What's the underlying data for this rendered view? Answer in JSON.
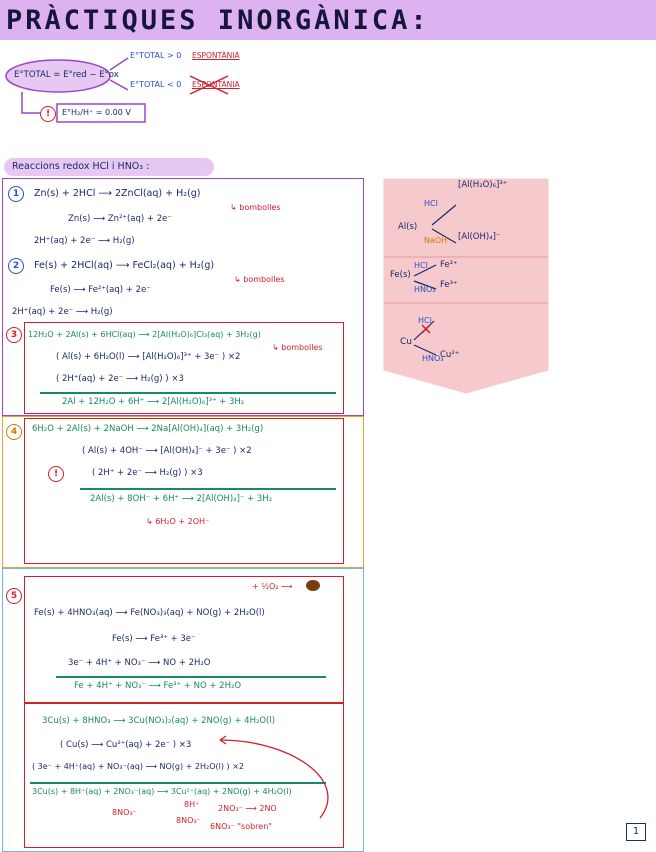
{
  "header": {
    "title": "PRÀCTIQUES INORGÀNICA:"
  },
  "top": {
    "cloud": "E°TOTAL = E°red − E°ox",
    "arrow_up": "E°TOTAL > 0",
    "arrow_up_label": "ESPONTÀNIA",
    "arrow_down": "E°TOTAL < 0",
    "arrow_down_label": "ESPONTÀNIA",
    "warn": "!",
    "ref": "E°H₂/H⁺ = 0.00 V"
  },
  "subtitle": "Reaccions redox HCl i HNO₃ :",
  "sec1": {
    "n": "1",
    "eq": "Zn(s) + 2HCl ⟶ 2ZnCl(aq) + H₂(g)",
    "note": "↳ bombolles",
    "ox": "Zn(s) ⟶ Zn²⁺(aq) + 2e⁻",
    "red": "2H⁺(aq) + 2e⁻ ⟶ H₂(g)"
  },
  "sec2": {
    "n": "2",
    "eq": "Fe(s) + 2HCl(aq) ⟶ FeCl₂(aq) + H₂(g)",
    "note": "↳ bombolles",
    "ox": "Fe(s) ⟶ Fe²⁺(aq) + 2e⁻",
    "red": "2H⁺(aq) + 2e⁻ ⟶ H₂(g)"
  },
  "sec3": {
    "n": "3",
    "eq": "12H₂O + 2Al(s) + 6HCl(aq) ⟶ 2[Al(H₂O)₆]Cl₃(aq) + 3H₂(g)",
    "note": "↳ bombolles",
    "ox": "( Al(s) + 6H₂O(l) ⟶ [Al(H₂O)₆]³⁺ + 3e⁻ ) ×2",
    "red": "( 2H⁺(aq) + 2e⁻ ⟶ H₂(g) ) ×3",
    "sum": "2Al + 12H₂O + 6H⁺ ⟶ 2[Al(H₂O)₆]³⁺ + 3H₂"
  },
  "sec4": {
    "n": "4",
    "eq": "6H₂O + 2Al(s) + 2NaOH ⟶ 2Na[Al(OH)₄](aq) + 3H₂(g)",
    "ox": "( Al(s) + 4OH⁻ ⟶ [Al(OH)₄]⁻ + 3e⁻ ) ×2",
    "warn": "!",
    "red": "( 2H⁺ + 2e⁻ ⟶ H₂(g) ) ×3",
    "sum": "2Al(s) + 8OH⁻ + 6H⁺ ⟶ 2[Al(OH)₄]⁻ + 3H₂",
    "note": "↳ 6H₂O + 2OH⁻"
  },
  "sec5": {
    "n": "5",
    "o2": "+ ½O₂ ⟶",
    "eq": "Fe(s) + 4HNO₃(aq) ⟶ Fe(NO₃)₃(aq) + NO(g) + 2H₂O(l)",
    "ox": "Fe(s) ⟶ Fe³⁺ + 3e⁻",
    "red": "3e⁻ + 4H⁺ + NO₃⁻ ⟶ NO + 2H₂O",
    "sum": "Fe + 4H⁺ + NO₃⁻ ⟶ Fe³⁺ + NO + 2H₂O",
    "eq2": "3Cu(s) + 8HNO₃ ⟶ 3Cu(NO₃)₂(aq) + 2NO(g) + 4H₂O(l)",
    "ox2": "( Cu(s) ⟶ Cu²⁺(aq) + 2e⁻ ) ×3",
    "red2": "( 3e⁻ + 4H⁺(aq) + NO₃⁻(aq) ⟶ NO(g) + 2H₂O(l) ) ×2",
    "sum2": "3Cu(s) + 8H⁺(aq) + 2NO₃⁻(aq) ⟶ 3Cu²⁺(aq) + 2NO(g) + 4H₂O(l)",
    "n1": "8NO₃⁻",
    "n2": "8H⁺",
    "n3": "8NO₃⁻",
    "n4": "2NO₃⁻ ⟶ 2NO",
    "n5": "6NO₃⁻ \"sobren\""
  },
  "panel": {
    "al_hcl": "HCl",
    "al_top": "[Al(H₂O)₆]³⁺",
    "al": "Al(s)",
    "al_naoh": "NaOH",
    "al_bot": "[Al(OH)₄]⁻",
    "fe": "Fe(s)",
    "fe_hcl": "HCl",
    "fe_top": "Fe²⁺",
    "fe_hno3": "HNO₃",
    "fe_bot": "Fe³⁺",
    "cu": "Cu",
    "cu_hcl": "HCl",
    "cu_hno3": "HNO₃",
    "cu_bot": "Cu²⁺"
  },
  "footer": {
    "page": "1"
  }
}
